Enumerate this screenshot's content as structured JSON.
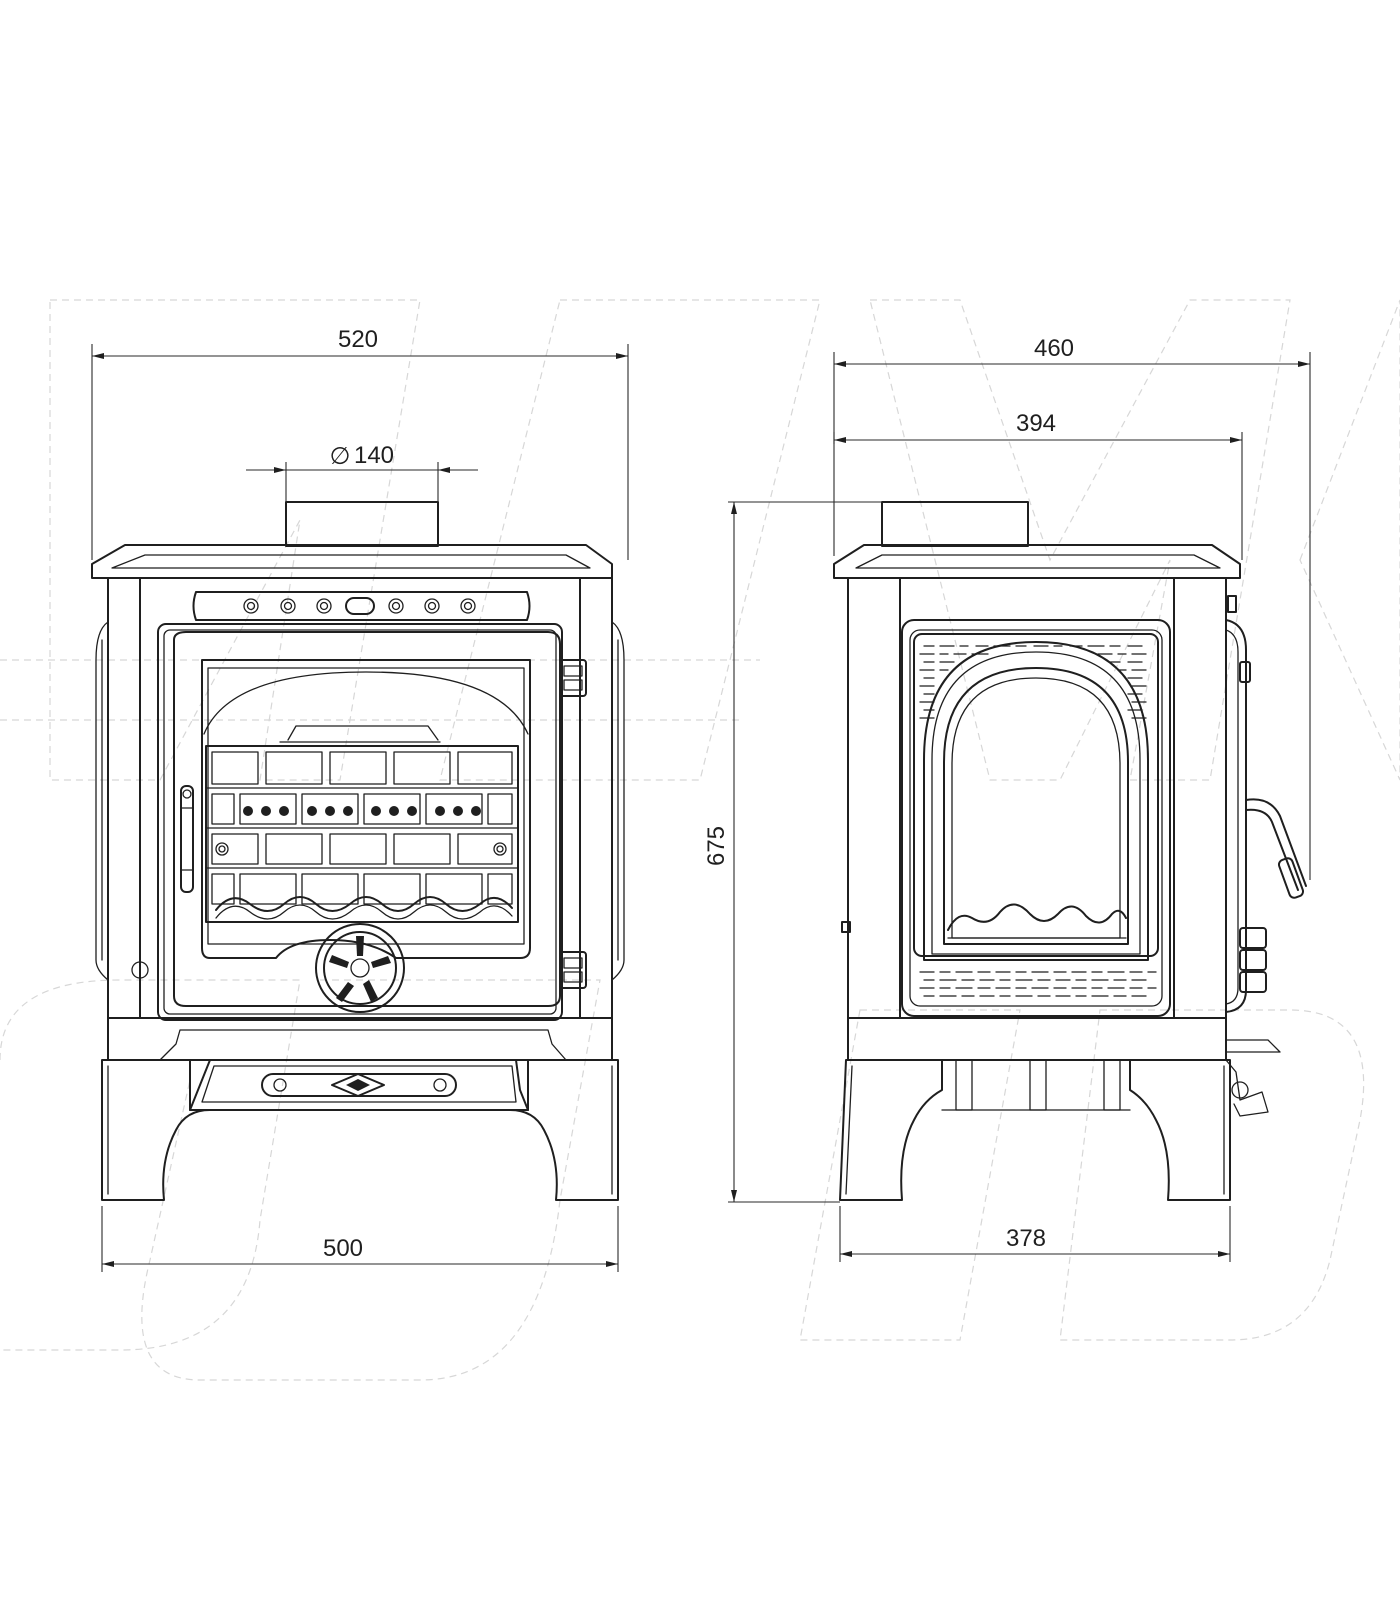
{
  "dimensions": {
    "front_overall_width": "520",
    "flue_diameter_symbol": "∅",
    "flue_diameter": "140",
    "front_base_width": "500",
    "side_overall_depth": "460",
    "side_body_depth": "394",
    "overall_height": "675",
    "side_base_depth": "378"
  },
  "colors": {
    "line": "#1f1f1f",
    "watermark": "#d7d7d7",
    "background": "#ffffff"
  }
}
